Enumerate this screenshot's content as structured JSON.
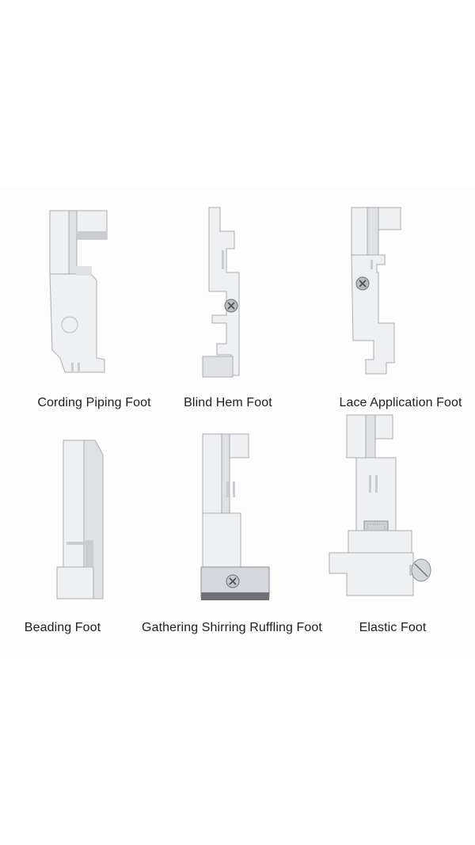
{
  "feet": [
    {
      "id": "cording-piping",
      "label": "Cording Piping Foot"
    },
    {
      "id": "blind-hem",
      "label": "Blind Hem Foot"
    },
    {
      "id": "lace-application",
      "label": "Lace Application Foot"
    },
    {
      "id": "beading",
      "label": "Beading Foot"
    },
    {
      "id": "gathering-shirring-ruffling",
      "label": "Gathering Shirring Ruffling Foot"
    },
    {
      "id": "elastic",
      "label": "Elastic Foot"
    }
  ],
  "colors": {
    "background": "#ffffff",
    "metal_light": "#eef0f2",
    "metal_mid": "#dfe1e4",
    "metal_dark": "#c9ccd0",
    "text": "#1e1e1e"
  }
}
